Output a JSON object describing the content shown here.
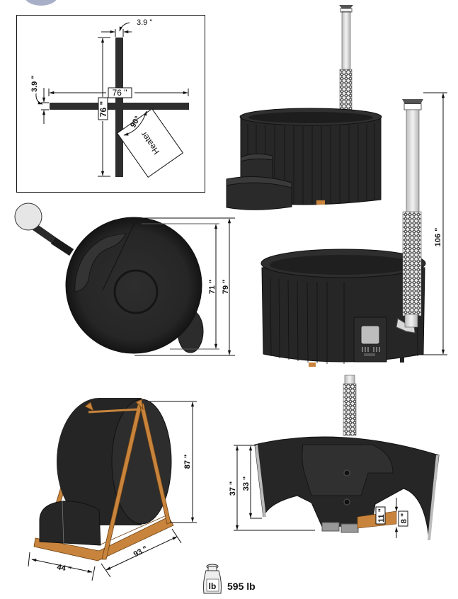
{
  "title": "Wood-fired hot tub dimension sheet",
  "colors": {
    "tub": "#2a2a2a",
    "tub_dark": "#1a1a1a",
    "chimney": "#dcdcdc",
    "wood": "#c8843c",
    "tab_circle": "#a8b0c8"
  },
  "base_plan": {
    "beam_width_top": "3.9 \"",
    "beam_width_left": "3.9 \"",
    "length_horizontal": "76 \"",
    "length_vertical": "76 \"",
    "angle": "90°",
    "heater_label": "Heater"
  },
  "top_view": {
    "inner_diameter": "71 \"",
    "outer_diameter": "79 \""
  },
  "front_view": {
    "total_height": "106 \""
  },
  "packaging": {
    "height": "87 \"",
    "length": "93 \"",
    "width": "44 \""
  },
  "section_view": {
    "outer_depth": "37 \"",
    "inner_depth": "33 \"",
    "seat_height": "11 \"",
    "clearance": "8 \""
  },
  "weight": {
    "icon_label": "lb",
    "value": "595 lb"
  }
}
